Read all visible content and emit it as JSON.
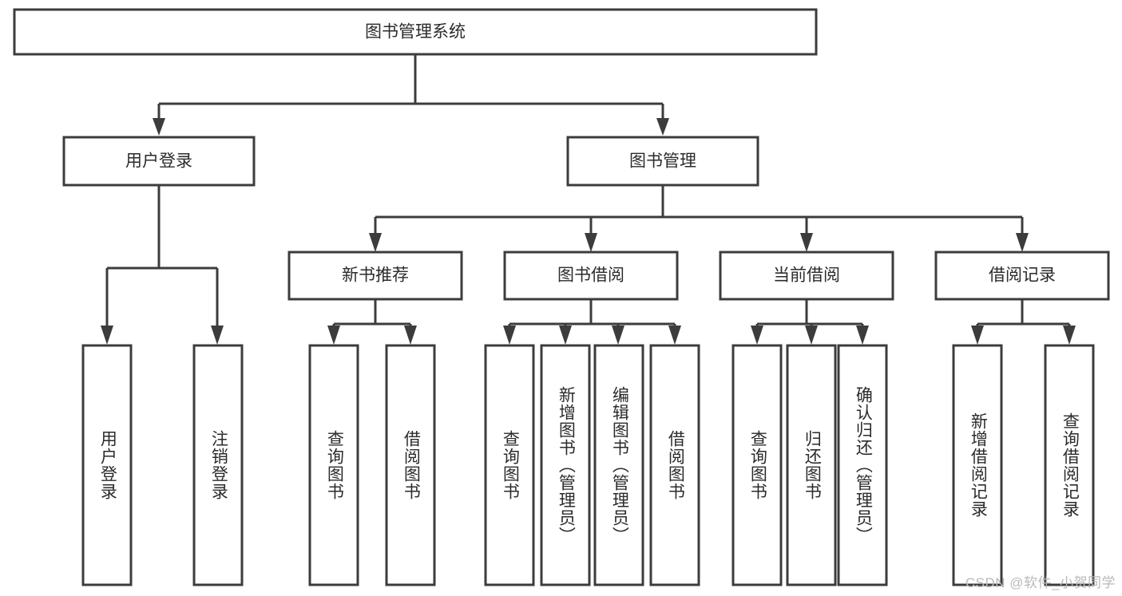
{
  "diagram": {
    "title": "图书管理系统",
    "type": "hierarchy-tree",
    "watermark": "CSDN @软件_小贺同学",
    "colors": {
      "stroke": "#3c3c3c",
      "box_fill": "#ffffff",
      "text": "#2b2b2b",
      "background": "#ffffff",
      "watermark": "#b9b9b9"
    },
    "root": {
      "label": "图书管理系统"
    },
    "level1": [
      {
        "label": "用户登录"
      },
      {
        "label": "图书管理"
      }
    ],
    "level2": [
      {
        "label": "新书推荐"
      },
      {
        "label": "图书借阅"
      },
      {
        "label": "当前借阅"
      },
      {
        "label": "借阅记录"
      }
    ],
    "leaves": {
      "user_login": [
        {
          "label": "用户登录"
        },
        {
          "label": "注销登录"
        }
      ],
      "new_book_recommend": [
        {
          "label": "查询图书"
        },
        {
          "label": "借阅图书"
        }
      ],
      "book_borrow": [
        {
          "label": "查询图书"
        },
        {
          "label": "新增图书（管理员）"
        },
        {
          "label": "编辑图书（管理员）"
        },
        {
          "label": "借阅图书"
        }
      ],
      "current_borrow": [
        {
          "label": "查询图书"
        },
        {
          "label": "归还图书"
        },
        {
          "label": "确认归还（管理员）"
        }
      ],
      "borrow_records": [
        {
          "label": "新增借阅记录"
        },
        {
          "label": "查询借阅记录"
        }
      ]
    }
  }
}
